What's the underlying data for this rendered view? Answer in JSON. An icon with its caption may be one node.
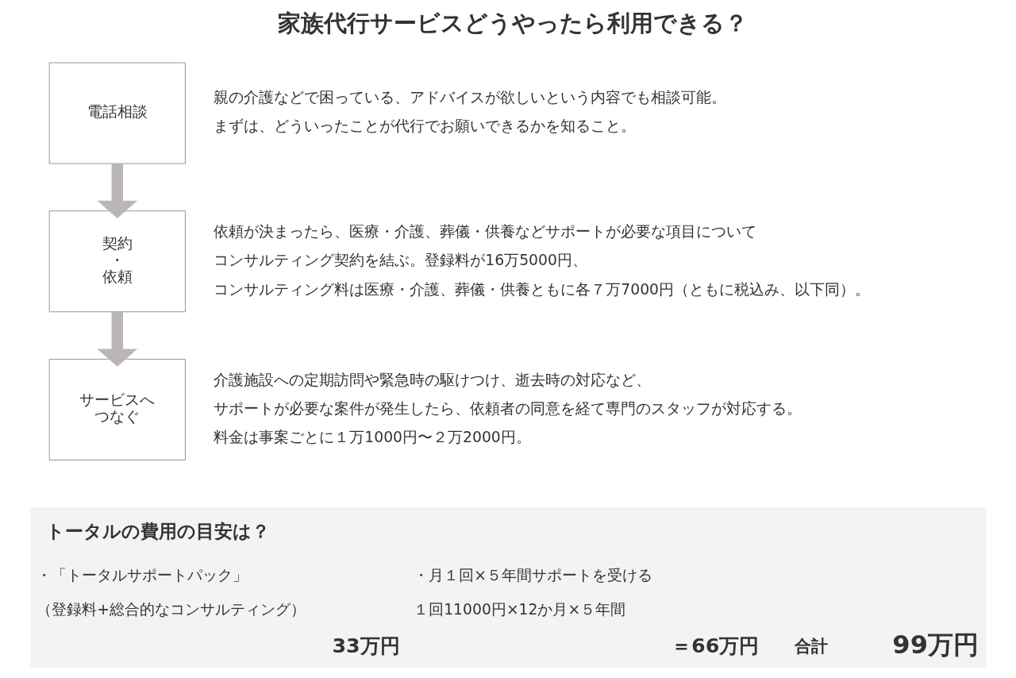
{
  "diagram": {
    "title": "家族代行サービスどうやったら利用できる？",
    "nodes": [
      {
        "text": [
          "電話相談"
        ],
        "beside": [
          "親の介護などで困っている、アドバイスが欲しいという内容でも相談可能。まずは、どういったことが代行でお願いできるかを知ること。"
        ]
      },
      {
        "text": [
          "契約・依頼"
        ],
        "beside": [
          "依頼が決まったら、医療・介護、葬儀・供養などサポートが必要な項目についてコンサルティング契約を結ぶ。登録料が16万5000円、コンサルティング料は医療・介護、葬儀・供養ともに各７万7000円（ともに税込み、以下同）。"
        ]
      },
      {
        "text": [
          "サービスへつなぐ"
        ],
        "beside": [
          "介護施設への定期訪問や緊急時の駆けつけ、逝去時の対応など、サポートが必要な案件が発生したら、依頼者の同意を経て専門のスタッフが対応する。料金は事案ごとに１万1000円〜２万2000円。"
        ]
      },
      {
        "text": [
          "トータルの費用の目安は？",
          "・「トータルサポートパック」",
          "（登録料+総合的なコンサルティング）",
          "33万円",
          "・月１回×５年間サポートを受ける",
          "１回11000円×12か月×５年間",
          "＝66万円",
          "合計",
          "99万円"
        ]
      }
    ],
    "edges": [
      {
        "from": 0,
        "to": 1,
        "arrow": "to"
      },
      {
        "from": 1,
        "to": 2,
        "arrow": "to"
      }
    ]
  }
}
